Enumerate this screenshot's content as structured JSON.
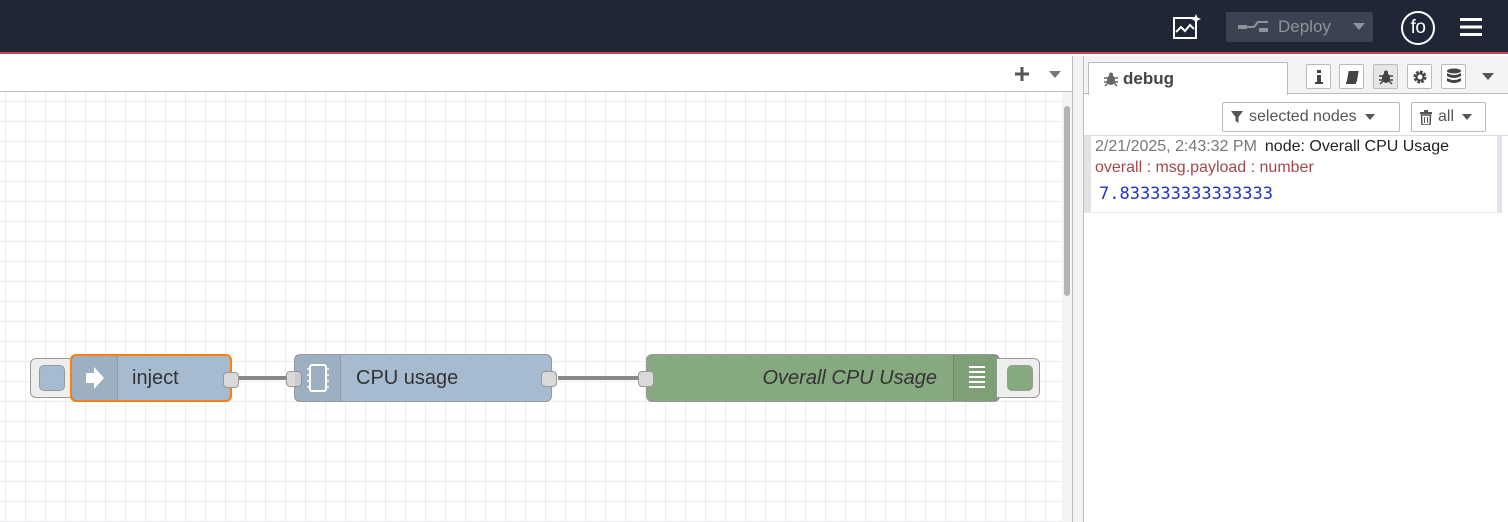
{
  "header": {
    "deploy_label": "Deploy",
    "user_initials": "fo"
  },
  "nodes": {
    "inject": {
      "label": "inject"
    },
    "cpu": {
      "label": "CPU usage"
    },
    "debug": {
      "label": "Overall CPU Usage"
    }
  },
  "sidebar": {
    "active_tab": "debug",
    "filter_label": "selected nodes",
    "clear_label": "all",
    "message": {
      "timestamp": "2/21/2025, 2:43:32 PM",
      "node": "node: Overall CPU Usage",
      "topic": "overall : msg.payload : number",
      "value": "7.833333333333333"
    }
  },
  "colors": {
    "header_bg": "#1f2736",
    "header_accent": "#c9434d",
    "node_function": "#a6bbcf",
    "node_debug": "#87a980",
    "selected_outline": "#ff7f0e",
    "msg_value": "#2033c4",
    "msg_topic": "#a6474a"
  },
  "icons": [
    "dashboard-icon",
    "deploy-icon",
    "menu-icon",
    "add-icon",
    "inject-arrow-icon",
    "cpu-chip-icon",
    "list-icon",
    "bug-icon",
    "info-icon",
    "book-icon",
    "gear-icon",
    "database-icon",
    "filter-icon",
    "trash-icon"
  ]
}
